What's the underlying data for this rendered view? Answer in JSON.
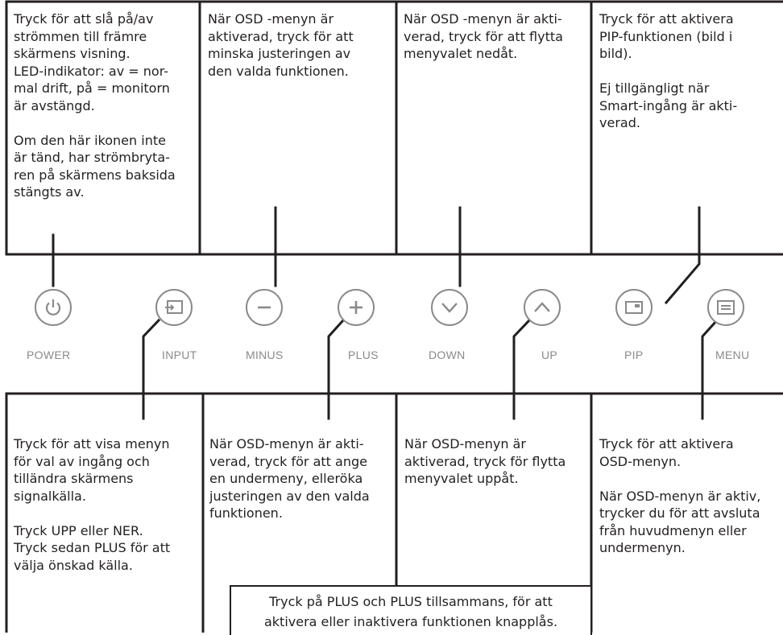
{
  "top_notes": {
    "power": "Tryck för att slå på/av\nströmmen till främre\nskärmens visning.\nLED-indikator: av = nor-\nmal drift, på = monitorn\när avstängd.\n\nOm den här ikonen inte\när tänd, har strömbryta-\nren på skärmens baksida\nstängts av.",
    "minus": "När OSD -menyn är\naktiverad, tryck för att\nminska justeringen av\nden valda funktionen.",
    "down": "När OSD -menyn är akti-\nverad, tryck för att flytta\nmenyvalet nedåt.",
    "pip": "Tryck för att aktivera\nPIP-funktionen (bild i\nbild).\n\nEj tillgängligt när\nSmart-ingång är akti-\nverad."
  },
  "buttons": [
    {
      "id": "power",
      "label": "POWER",
      "icon": "power-icon"
    },
    {
      "id": "input",
      "label": "INPUT",
      "icon": "input-icon"
    },
    {
      "id": "minus",
      "label": "MINUS",
      "icon": "minus-icon"
    },
    {
      "id": "plus",
      "label": "PLUS",
      "icon": "plus-icon"
    },
    {
      "id": "down",
      "label": "DOWN",
      "icon": "chevron-down-icon"
    },
    {
      "id": "up",
      "label": "UP",
      "icon": "chevron-up-icon"
    },
    {
      "id": "pip",
      "label": "PIP",
      "icon": "pip-icon"
    },
    {
      "id": "menu",
      "label": "MENU",
      "icon": "menu-icon"
    }
  ],
  "bottom_notes": {
    "input": "Tryck för att visa menyn\nför val av ingång och\ntilländra skärmens\nsignalkälla.\n\nTryck UPP eller NER.\nTryck sedan PLUS för att\nvälja önskad källa.",
    "plus": "När OSD-menyn är akti-\nverad, tryck för att ange\nen undermeny, elleröka\njusteringen av den valda\nfunktionen.",
    "up": "När OSD-menyn är\naktiverad, tryck för flytta\nmenyvalet uppåt.",
    "menu": "Tryck för att aktivera\nOSD-menyn.\n\nNär OSD-menyn är aktiv,\ntrycker du för att avsluta\nfrån huvudmenyn eller\nundermenyn."
  },
  "lock_note": "Tryck på PLUS och PLUS tillsammans, för att\naktivera eller inaktivera funktionen knapplås.",
  "colors": {
    "line": "#231f20",
    "button": "#8a8a8a"
  }
}
